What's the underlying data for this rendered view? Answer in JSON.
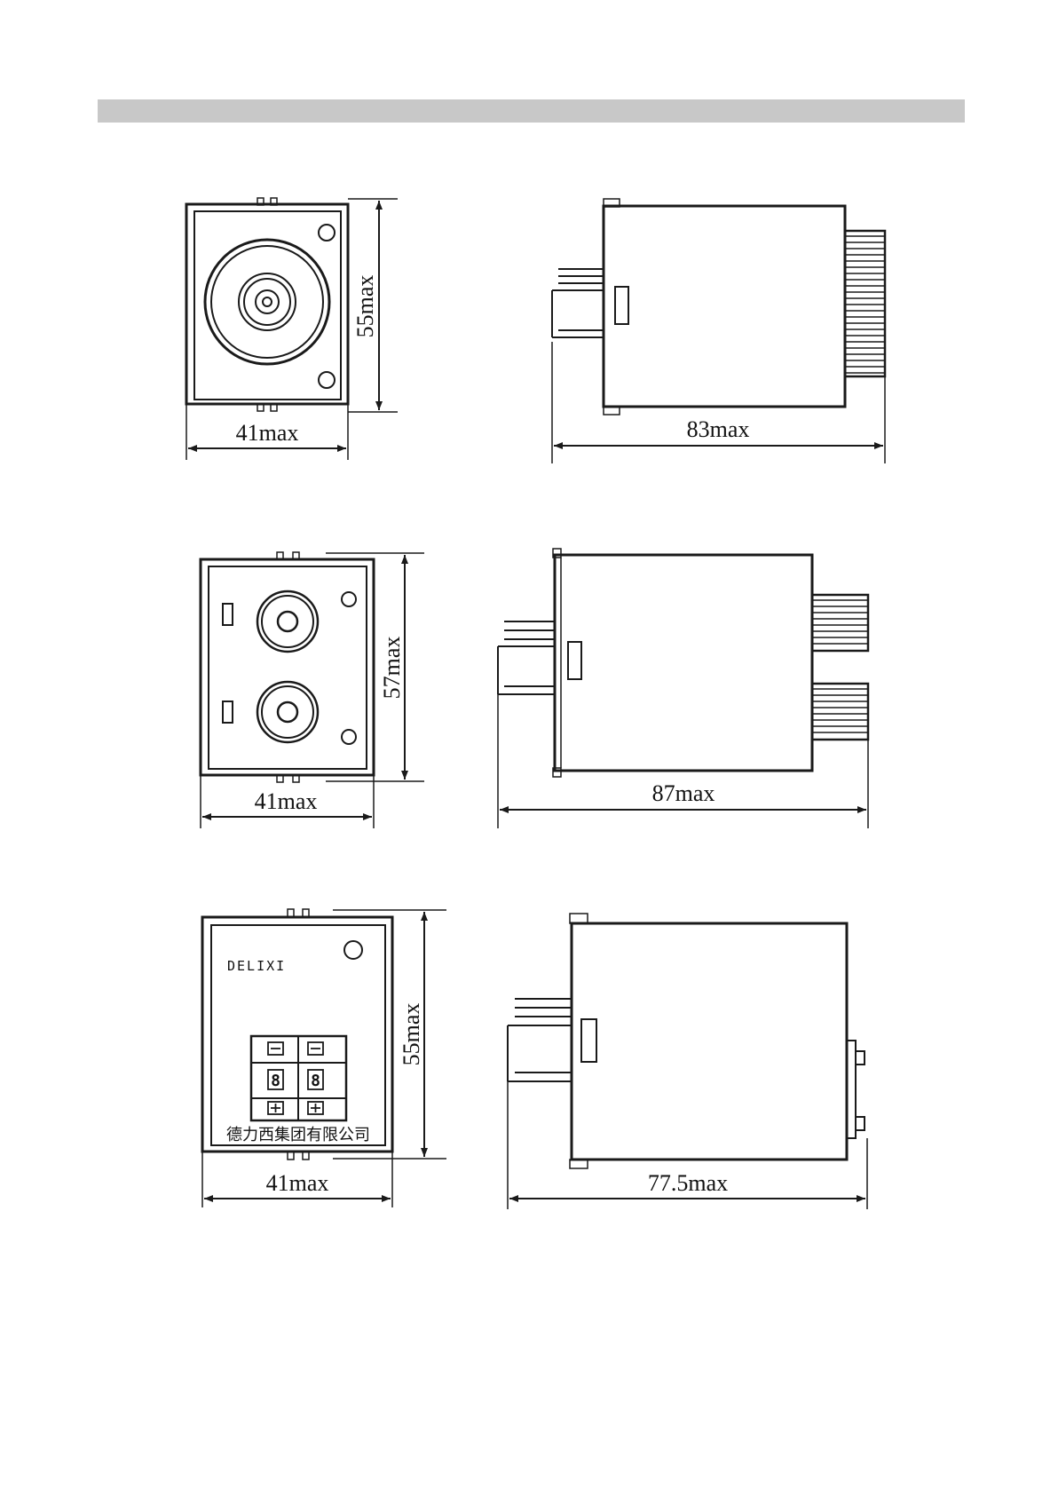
{
  "header": {
    "bar_color": "#c8c8c8"
  },
  "models": [
    {
      "front": {
        "width_label": "41max",
        "height_label": "55max"
      },
      "side": {
        "depth_label": "83max"
      }
    },
    {
      "front": {
        "width_label": "41max",
        "height_label": "57max"
      },
      "side": {
        "depth_label": "87max"
      }
    },
    {
      "front": {
        "width_label": "41max",
        "height_label": "55max",
        "brand": "DELIXI",
        "company": "德力西集团有限公司",
        "digits": [
          "8",
          "8"
        ]
      },
      "side": {
        "depth_label": "77.5max"
      }
    }
  ],
  "colors": {
    "line": "#1a1a1a",
    "background": "#ffffff"
  }
}
